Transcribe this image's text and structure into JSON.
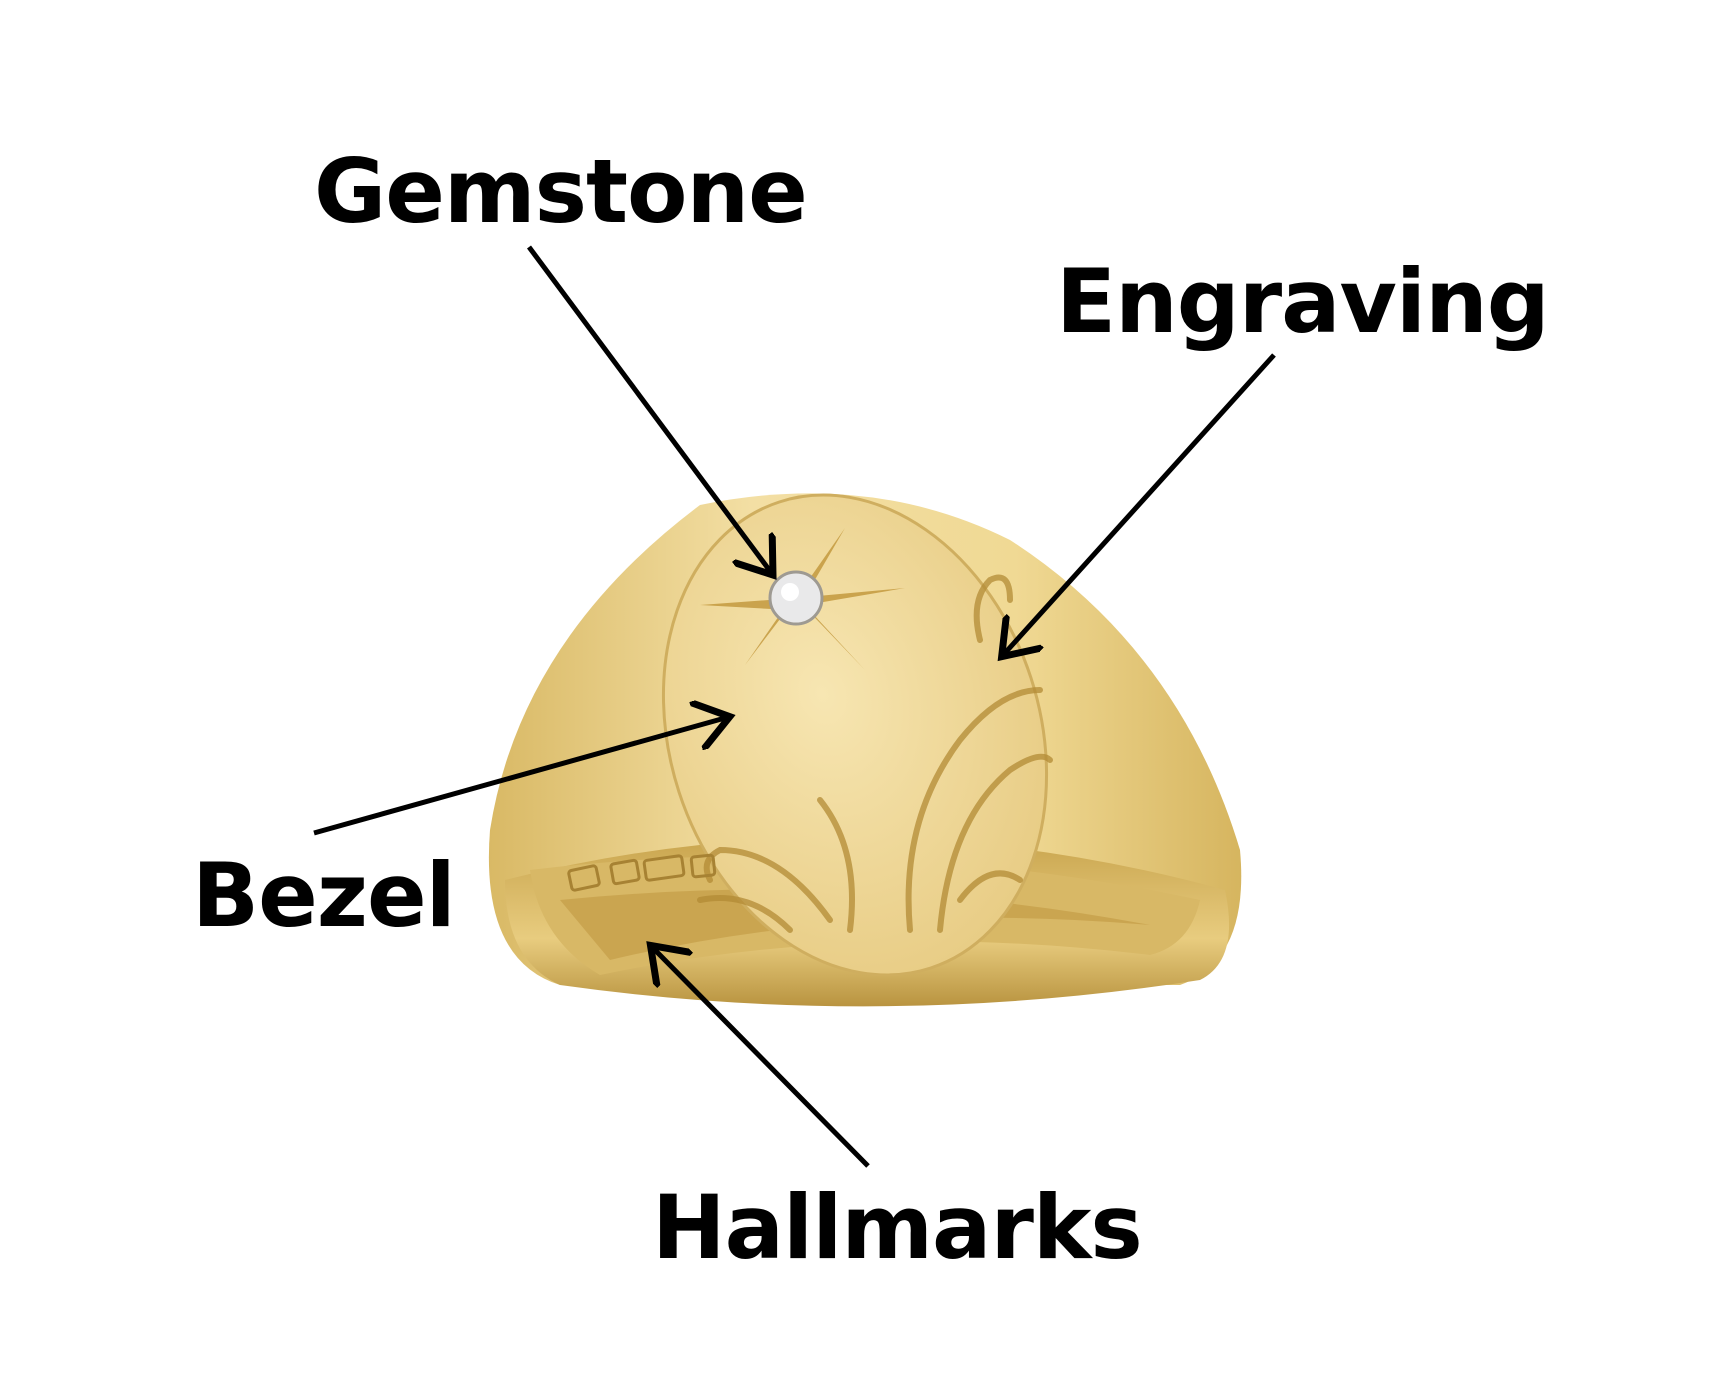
{
  "labels": {
    "gemstone": "Gemstone",
    "engraving": "Engraving",
    "bezel": "Bezel",
    "hallmarks": "Hallmarks"
  },
  "colors": {
    "background": "#ffffff",
    "gold_light": "#f2dc9e",
    "gold_mid": "#e2c477",
    "gold_dark": "#b8913a",
    "text": "#000000",
    "arrow": "#000000"
  },
  "icons": {
    "ring_image": "signet-ring-illustration",
    "arrows": "pointer-arrow"
  }
}
